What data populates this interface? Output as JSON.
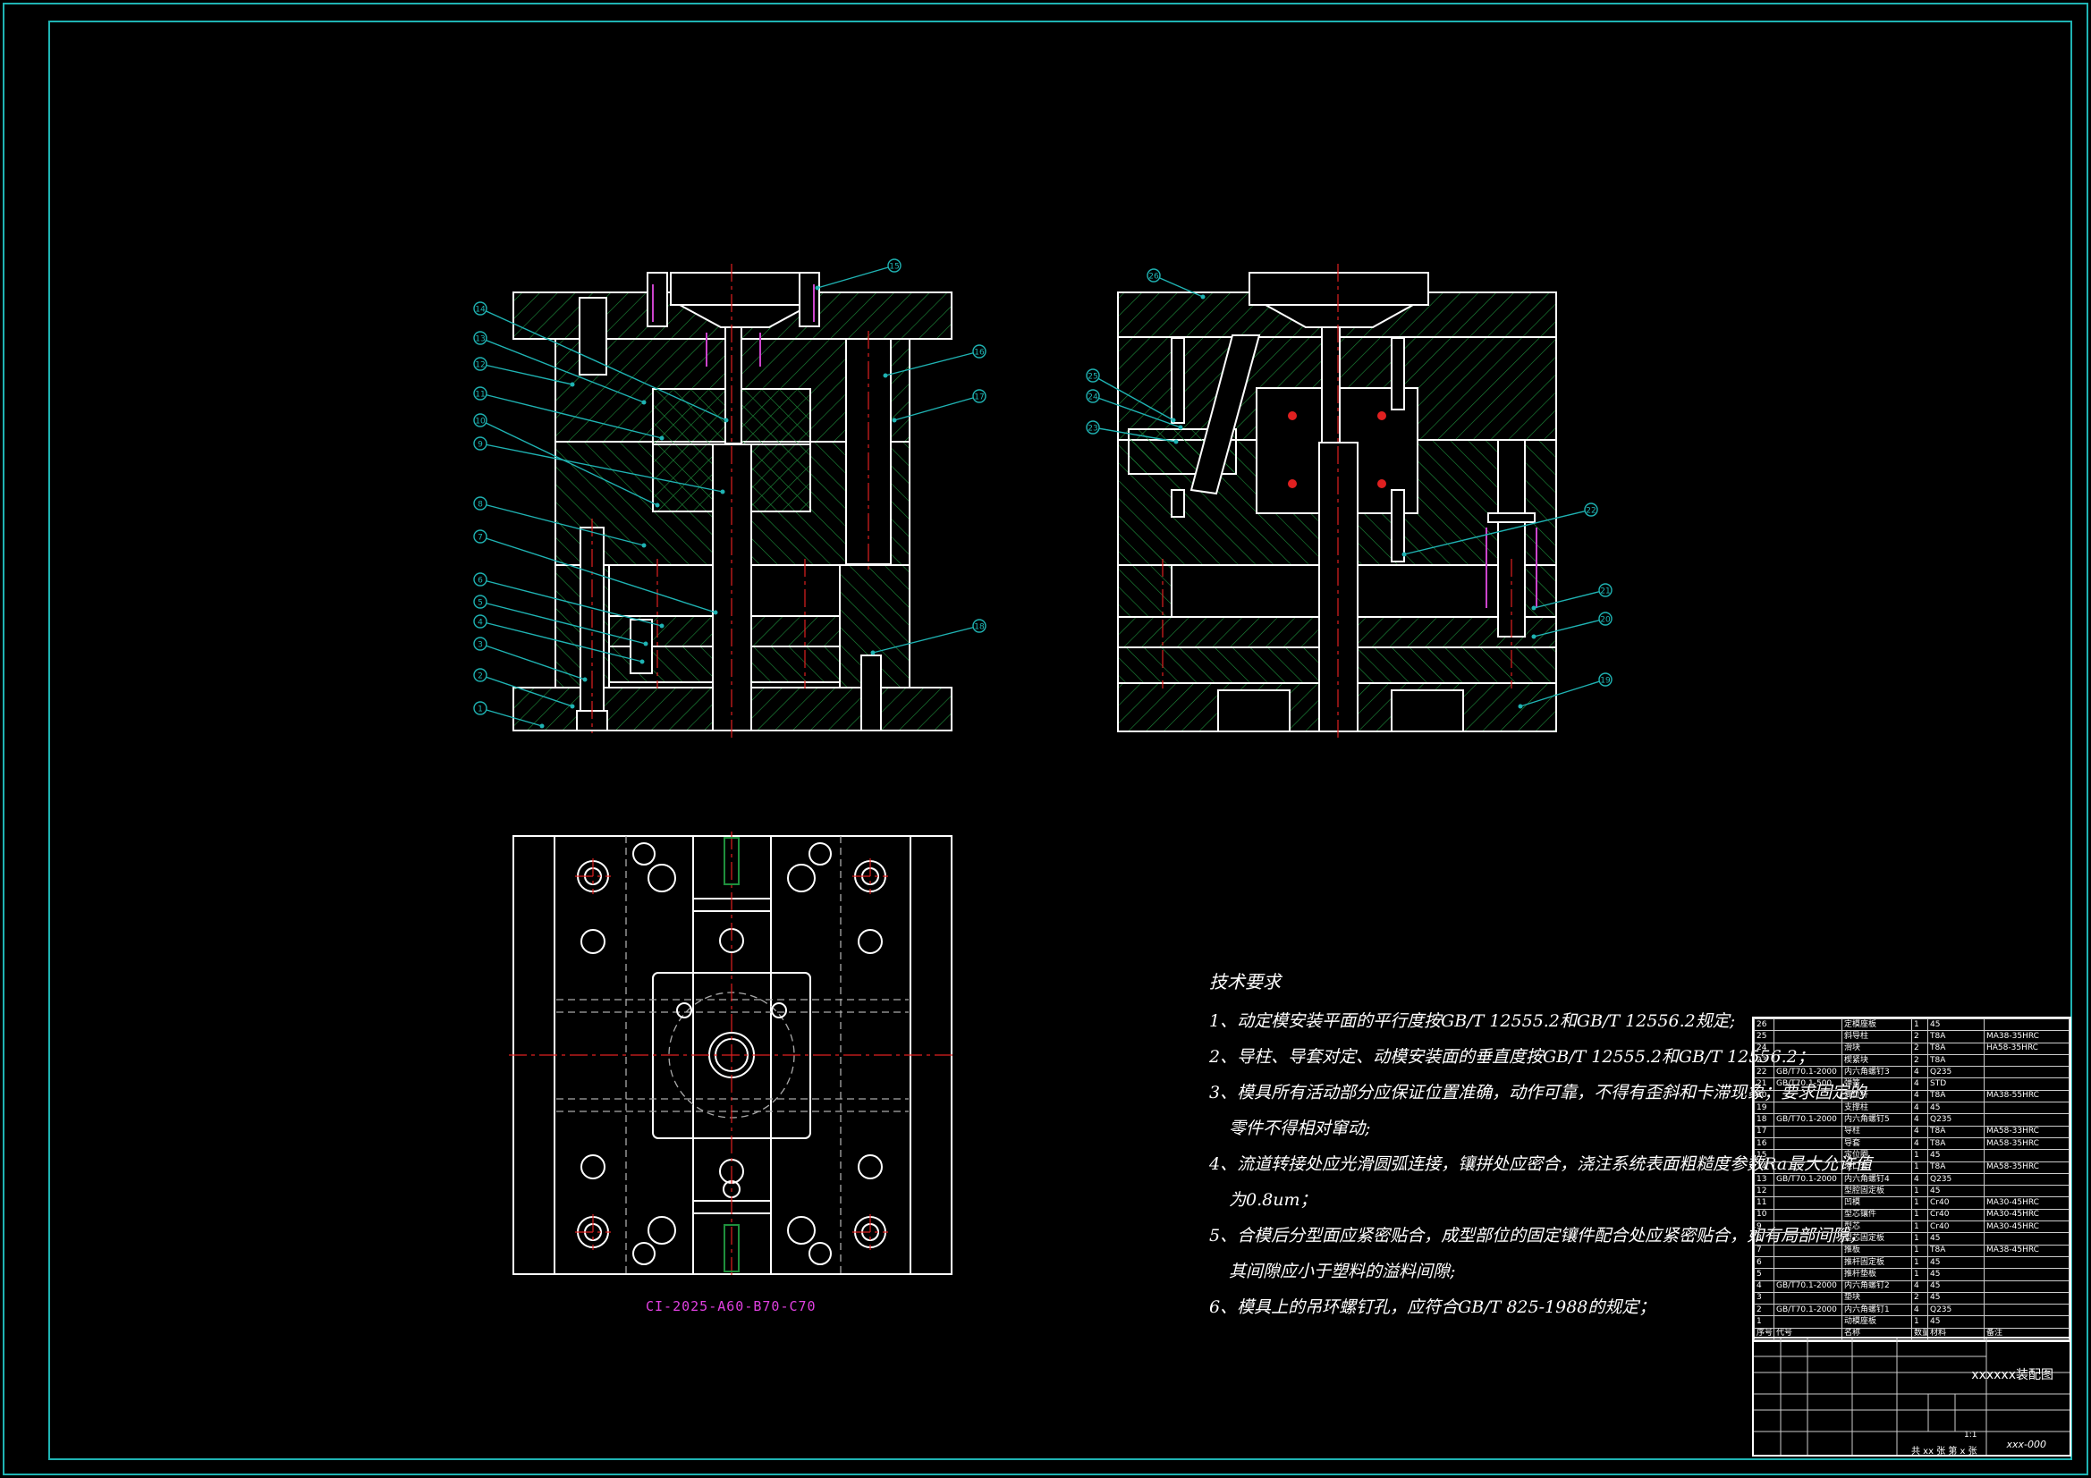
{
  "drawing": {
    "model_code": "CI-2025-A60-B70-C70",
    "border_color": "#1fb3b3",
    "frame_color": "#ffffff",
    "hatch_color": "#1e8f3c",
    "leader_color": "#1fb3b3",
    "center_color": "#e02020",
    "hidden_color": "#cc44cc"
  },
  "callouts_left": [
    "1",
    "2",
    "3",
    "4",
    "5",
    "6",
    "7",
    "8",
    "9",
    "10",
    "11",
    "12",
    "13",
    "14",
    "15",
    "16",
    "17",
    "18"
  ],
  "callouts_right": [
    "19",
    "20",
    "21",
    "22",
    "23",
    "24",
    "25",
    "26"
  ],
  "requirements": {
    "title": "技术要求",
    "items": [
      {
        "text": "1、动定模安装平面的平行度按GB/T 12555.2和GB/T 12556.2规定;",
        "cont": ""
      },
      {
        "text": "2、导柱、导套对定、动模安装面的垂直度按GB/T 12555.2和GB/T 12556.2；",
        "cont": ""
      },
      {
        "text": "3、模具所有活动部分应保证位置准确，动作可靠，不得有歪斜和卡滞现象；要求固定的",
        "cont": "零件不得相对窜动;"
      },
      {
        "text": "4、流道转接处应光滑圆弧连接，镶拼处应密合，浇注系统表面粗糙度参数Ra最大允许值",
        "cont": "为0.8um；"
      },
      {
        "text": "5、合模后分型面应紧密贴合，成型部位的固定镶件配合处应紧密贴合，如有局部间隙，",
        "cont": "其间隙应小于塑料的溢料间隙;"
      },
      {
        "text": "6、模具上的吊环螺钉孔，应符合GB/T 825-1988的规定；",
        "cont": ""
      }
    ]
  },
  "bom": [
    {
      "no": "26",
      "std": "",
      "name": "定模座板",
      "qty": "1",
      "mat": "45",
      "note": ""
    },
    {
      "no": "25",
      "std": "",
      "name": "斜导柱",
      "qty": "2",
      "mat": "T8A",
      "note": "MA38-35HRC"
    },
    {
      "no": "24",
      "std": "",
      "name": "滑块",
      "qty": "2",
      "mat": "T8A",
      "note": "HA58-35HRC"
    },
    {
      "no": "23",
      "std": "",
      "name": "楔紧块",
      "qty": "2",
      "mat": "T8A",
      "note": ""
    },
    {
      "no": "22",
      "std": "GB/T70.1-2000",
      "name": "内六角螺钉3",
      "qty": "4",
      "mat": "Q235",
      "note": ""
    },
    {
      "no": "21",
      "std": "GB/T70.1-500",
      "name": "弹簧",
      "qty": "4",
      "mat": "STD",
      "note": ""
    },
    {
      "no": "20",
      "std": "",
      "name": "复位杆",
      "qty": "4",
      "mat": "T8A",
      "note": "MA38-55HRC"
    },
    {
      "no": "19",
      "std": "",
      "name": "支撑柱",
      "qty": "4",
      "mat": "45",
      "note": ""
    },
    {
      "no": "18",
      "std": "GB/T70.1-2000",
      "name": "内六角螺钉5",
      "qty": "4",
      "mat": "Q235",
      "note": ""
    },
    {
      "no": "17",
      "std": "",
      "name": "导柱",
      "qty": "4",
      "mat": "T8A",
      "note": "MA58-33HRC"
    },
    {
      "no": "16",
      "std": "",
      "name": "导套",
      "qty": "4",
      "mat": "T8A",
      "note": "MA58-35HRC"
    },
    {
      "no": "15",
      "std": "",
      "name": "定位圈",
      "qty": "1",
      "mat": "45",
      "note": ""
    },
    {
      "no": "14",
      "std": "",
      "name": "浇口套",
      "qty": "1",
      "mat": "T8A",
      "note": "MA58-35HRC"
    },
    {
      "no": "13",
      "std": "GB/T70.1-2000",
      "name": "内六角螺钉4",
      "qty": "4",
      "mat": "Q235",
      "note": ""
    },
    {
      "no": "12",
      "std": "",
      "name": "型腔固定板",
      "qty": "1",
      "mat": "45",
      "note": ""
    },
    {
      "no": "11",
      "std": "",
      "name": "凹模",
      "qty": "1",
      "mat": "Cr40",
      "note": "MA30-45HRC"
    },
    {
      "no": "10",
      "std": "",
      "name": "型芯镶件",
      "qty": "1",
      "mat": "Cr40",
      "note": "MA30-45HRC"
    },
    {
      "no": "9",
      "std": "",
      "name": "型芯",
      "qty": "1",
      "mat": "Cr40",
      "note": "MA30-45HRC"
    },
    {
      "no": "8",
      "std": "",
      "name": "型芯固定板",
      "qty": "1",
      "mat": "45",
      "note": ""
    },
    {
      "no": "7",
      "std": "",
      "name": "推板",
      "qty": "1",
      "mat": "T8A",
      "note": "MA38-45HRC"
    },
    {
      "no": "6",
      "std": "",
      "name": "推杆固定板",
      "qty": "1",
      "mat": "45",
      "note": ""
    },
    {
      "no": "5",
      "std": "",
      "name": "推杆垫板",
      "qty": "1",
      "mat": "45",
      "note": ""
    },
    {
      "no": "4",
      "std": "GB/T70.1-2000",
      "name": "内六角螺钉2",
      "qty": "4",
      "mat": "45",
      "note": ""
    },
    {
      "no": "3",
      "std": "",
      "name": "垫块",
      "qty": "2",
      "mat": "45",
      "note": ""
    },
    {
      "no": "2",
      "std": "GB/T70.1-2000",
      "name": "内六角螺钉1",
      "qty": "4",
      "mat": "Q235",
      "note": ""
    },
    {
      "no": "1",
      "std": "",
      "name": "动模座板",
      "qty": "1",
      "mat": "45",
      "note": ""
    }
  ],
  "bom_header": {
    "no": "序号",
    "std": "代号",
    "name": "名称",
    "qty": "数量",
    "mat": "材料",
    "note": "备注"
  },
  "title_block": {
    "drawing_name": "xxxxxx装配图",
    "drawing_code": "xxx-000",
    "sheet": "共 xx 张  第 x 张",
    "scale": "1:1"
  }
}
